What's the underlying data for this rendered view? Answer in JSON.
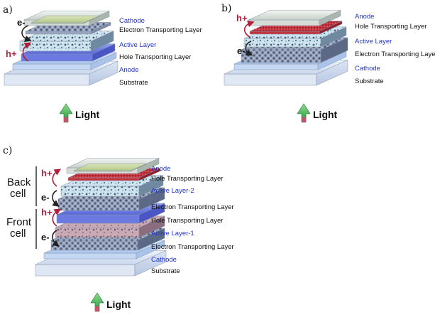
{
  "panels": {
    "a": {
      "label": "a)",
      "layers": [
        {
          "label": "Cathode",
          "color": "blue"
        },
        {
          "label": "Electron Transporting Layer",
          "color": "black"
        },
        {
          "label": "Active Layer",
          "color": "blue"
        },
        {
          "label": "Hole Transporting Layer",
          "color": "black"
        },
        {
          "label": "Anode",
          "color": "blue"
        },
        {
          "label": "Substrate",
          "color": "black"
        }
      ],
      "carriers": {
        "electron": "e-",
        "hole": "h+"
      },
      "light": "Light"
    },
    "b": {
      "label": "b)",
      "layers": [
        {
          "label": "Anode",
          "color": "blue"
        },
        {
          "label": "Hole Transporting Layer",
          "color": "black"
        },
        {
          "label": "Active Layer",
          "color": "blue"
        },
        {
          "label": "Electron Transporting Layer",
          "color": "black"
        },
        {
          "label": "Cathode",
          "color": "blue"
        },
        {
          "label": "Substrate",
          "color": "black"
        }
      ],
      "carriers": {
        "electron": "e-",
        "hole": "h+"
      },
      "light": "Light"
    },
    "c": {
      "label": "c)",
      "layers": [
        {
          "label": "Anode",
          "color": "blue"
        },
        {
          "label": "Hole Transporting Layer",
          "color": "black"
        },
        {
          "label": "Active Layer-2",
          "color": "blue"
        },
        {
          "label": "Electron Transporting Layer",
          "color": "black"
        },
        {
          "label": "Hole Transporting Layer",
          "color": "black"
        },
        {
          "label": "Active Layer-1",
          "color": "blue"
        },
        {
          "label": "Electron Transporting Layer",
          "color": "black"
        },
        {
          "label": "Cathode",
          "color": "blue"
        },
        {
          "label": "Substrate",
          "color": "black"
        }
      ],
      "cells": {
        "back": [
          "Back",
          "cell"
        ],
        "front": [
          "Front",
          "cell"
        ]
      },
      "carriers": {
        "electron": "e-",
        "hole": "h+"
      },
      "light": "Light"
    }
  },
  "colors": {
    "label_blue": "#2233cc",
    "label_black": "#111111",
    "hole_arrow": "#b0203a",
    "electron_arrow": "#222222"
  }
}
